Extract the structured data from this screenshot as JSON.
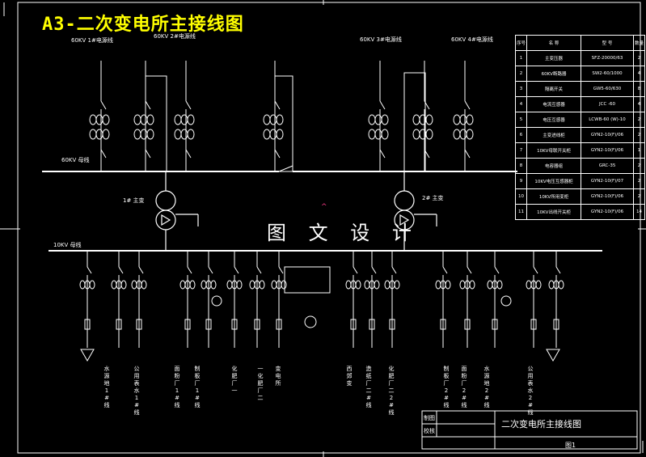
{
  "title": "A3-二次变电所主接线图",
  "watermark": "图 文 设 计",
  "bus_labels": {
    "hv_bus": "60KV 母线",
    "lv_bus": "10KV 母线",
    "incoming_1": "60KV 1#电源线",
    "incoming_2": "60KV 2#电源线",
    "incoming_3": "60KV 3#电源线",
    "incoming_4": "60KV 4#电源线",
    "transformer_1": "1# 主变",
    "transformer_2": "2# 主变"
  },
  "feeders_left": [
    {
      "label": "水源地1#线"
    },
    {
      "label": "公用表水1#线"
    },
    {
      "label": "面粉厂1#线"
    },
    {
      "label": "制板厂1#线"
    },
    {
      "label": "化肥厂一"
    },
    {
      "label": "一化肥厂二"
    },
    {
      "label": "变电所"
    }
  ],
  "feeders_right": [
    {
      "label": "西郊变"
    },
    {
      "label": "造纸厂二#线"
    },
    {
      "label": "化肥厂二2#线"
    },
    {
      "label": "制板厂2#线"
    },
    {
      "label": "面粉厂2#线"
    },
    {
      "label": "水源地2#线"
    },
    {
      "label": "公用表水2#线"
    }
  ],
  "spec_table": {
    "headers": [
      "序号",
      "名 称",
      "型 号",
      "数量"
    ],
    "rows": [
      [
        "1",
        "主变压器",
        "SFZ-20000/63",
        "2"
      ],
      [
        "2",
        "60KV断路器",
        "SW2-60/1000",
        "4"
      ],
      [
        "3",
        "隔离开关",
        "GW5-60/630",
        "8"
      ],
      [
        "4",
        "电流互感器",
        "JCC -60",
        "4"
      ],
      [
        "5",
        "电压互感器",
        "LCWB-60 (W)-10",
        "2"
      ],
      [
        "6",
        "主变进线柜",
        "GYN2-10(F)/06",
        "2"
      ],
      [
        "7",
        "10KV母联开关柜",
        "GYN2-10(F)/06",
        "1"
      ],
      [
        "8",
        "电容器组",
        "GRC-35",
        "2"
      ],
      [
        "9",
        "10KV电压互感器柜",
        "GYN2-10(F)/07",
        "2"
      ],
      [
        "10",
        "10KV所用变柜",
        "GYN2-10(F)/06",
        "2"
      ],
      [
        "11",
        "10KV出线开关柜",
        "GYN2-10(F)/06",
        "14"
      ]
    ]
  },
  "title_block": {
    "drawn_by": "制图",
    "checked_by": "校核",
    "drawing_name": "二次变电所主接线图",
    "sheet": "图1"
  }
}
